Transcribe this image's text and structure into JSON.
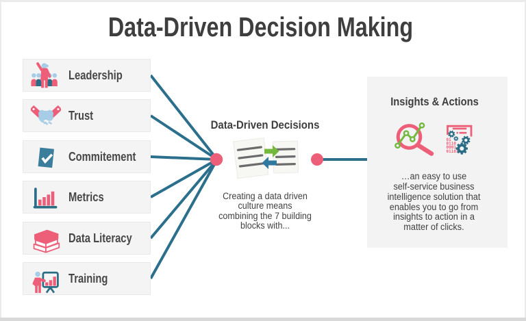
{
  "title": "Data-Driven Decision Making",
  "colors": {
    "bg": "#ffffff",
    "frame": "#ebebeb",
    "frame_bottom": "#d9d9d9",
    "dark_text": "#3e3e3e",
    "label_text": "#474747",
    "body_text": "#414141",
    "box_bg": "#f4f4f5",
    "box_border": "#e9e9ea",
    "panel_bg": "#f3f3f4",
    "pink": "#ed5f78",
    "teal": "#2b6f8d",
    "icon_teal": "#2c6d86",
    "check_teal": "#3a7e9b",
    "light_blue": "#a6cce6",
    "green": "#74b93d",
    "arrow_blue": "#3178a1",
    "page_line_gray": "#6b6b6b"
  },
  "blocks": [
    {
      "label": "Leadership"
    },
    {
      "label": "Trust"
    },
    {
      "label": "Commitement"
    },
    {
      "label": "Metrics"
    },
    {
      "label": "Data Literacy"
    },
    {
      "label": "Training"
    }
  ],
  "center": {
    "heading": "Data-Driven Decisions",
    "description_lines": [
      "Creating a data driven",
      "culture means",
      "combining the 7 building",
      "blocks with..."
    ]
  },
  "panel": {
    "heading": "Insights & Actions",
    "description_lines": [
      "…an easy to use",
      "self-service business",
      "intelligence solution that",
      "enables you to go from",
      "insights to action in a",
      "matter of clicks."
    ],
    "binary_lines": [
      "01",
      "0110",
      "0001",
      "01101"
    ]
  }
}
